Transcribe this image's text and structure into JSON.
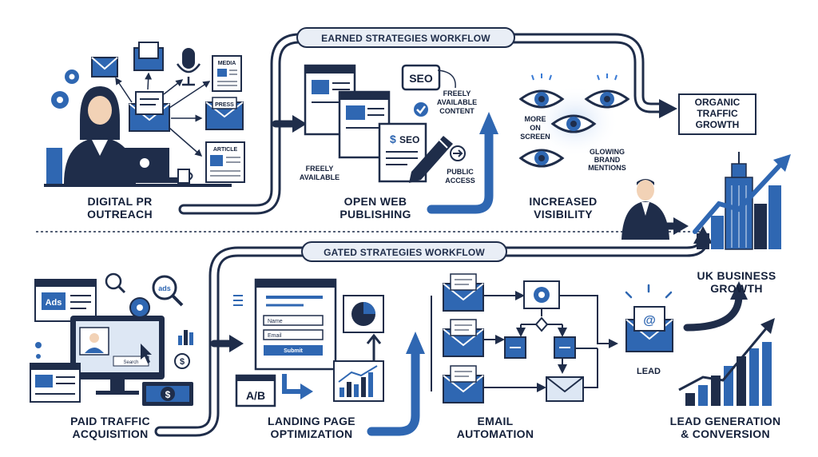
{
  "workflows": {
    "earned_title": "EARNED STRATEGIES WORKFLOW",
    "gated_title": "GATED STRATEGIES WORKFLOW"
  },
  "earned": {
    "outreach": {
      "line1": "DIGITAL PR",
      "line2": "OUTREACH",
      "media": "MEDIA",
      "press": "PRESS",
      "article": "ARTICLE"
    },
    "publishing": {
      "line1": "OPEN WEB",
      "line2": "PUBLISHING",
      "seo_badge": "SEO",
      "seo_doc": "SEO",
      "freely_content_1": "FREELY",
      "freely_content_2": "AVAILABLE",
      "freely_content_3": "CONTENT",
      "freely_1": "FREELY",
      "freely_2": "AVAILABLE",
      "public_1": "PUBLIC",
      "public_2": "ACCESS"
    },
    "visibility": {
      "line1": "INCREASED",
      "line2": "VISIBILITY",
      "more_1": "MORE",
      "more_2": "ON",
      "more_3": "SCREEN",
      "glow_1": "GLOWING",
      "glow_2": "BRAND",
      "glow_3": "MENTIONS"
    }
  },
  "outcomes": {
    "organic": {
      "line1": "ORGANIC",
      "line2": "TRAFFIC",
      "line3": "GROWTH"
    },
    "business": {
      "line1": "UK BUSINESS",
      "line2": "GROWTH"
    }
  },
  "gated": {
    "paid": {
      "line1": "PAID TRAFFIC",
      "line2": "ACQUISITION",
      "ads_1": "Ads",
      "ads_2": "ads",
      "search": "Search"
    },
    "landing": {
      "line1": "LANDING PAGE",
      "line2": "OPTIMIZATION",
      "name_field": "Name",
      "email_field": "Email",
      "submit": "Submit",
      "ab": "A/B"
    },
    "email": {
      "line1": "EMAIL",
      "line2": "AUTOMATION"
    },
    "lead": {
      "line1": "LEAD GENERATION",
      "line2": "& CONVERSION",
      "lead_label": "LEAD"
    }
  },
  "colors": {
    "navy": "#1f2d4a",
    "blue": "#2f67b2",
    "light": "#dde7f4",
    "accent": "#3a7bd5"
  },
  "icons": [
    "envelope-icon",
    "gear-icon",
    "microphone-icon",
    "laptop-icon",
    "eye-icon",
    "building-icon",
    "chart-icon",
    "magnifier-icon",
    "pie-chart-icon",
    "dollar-icon",
    "at-sign-icon",
    "pen-icon",
    "checkmark-icon"
  ]
}
